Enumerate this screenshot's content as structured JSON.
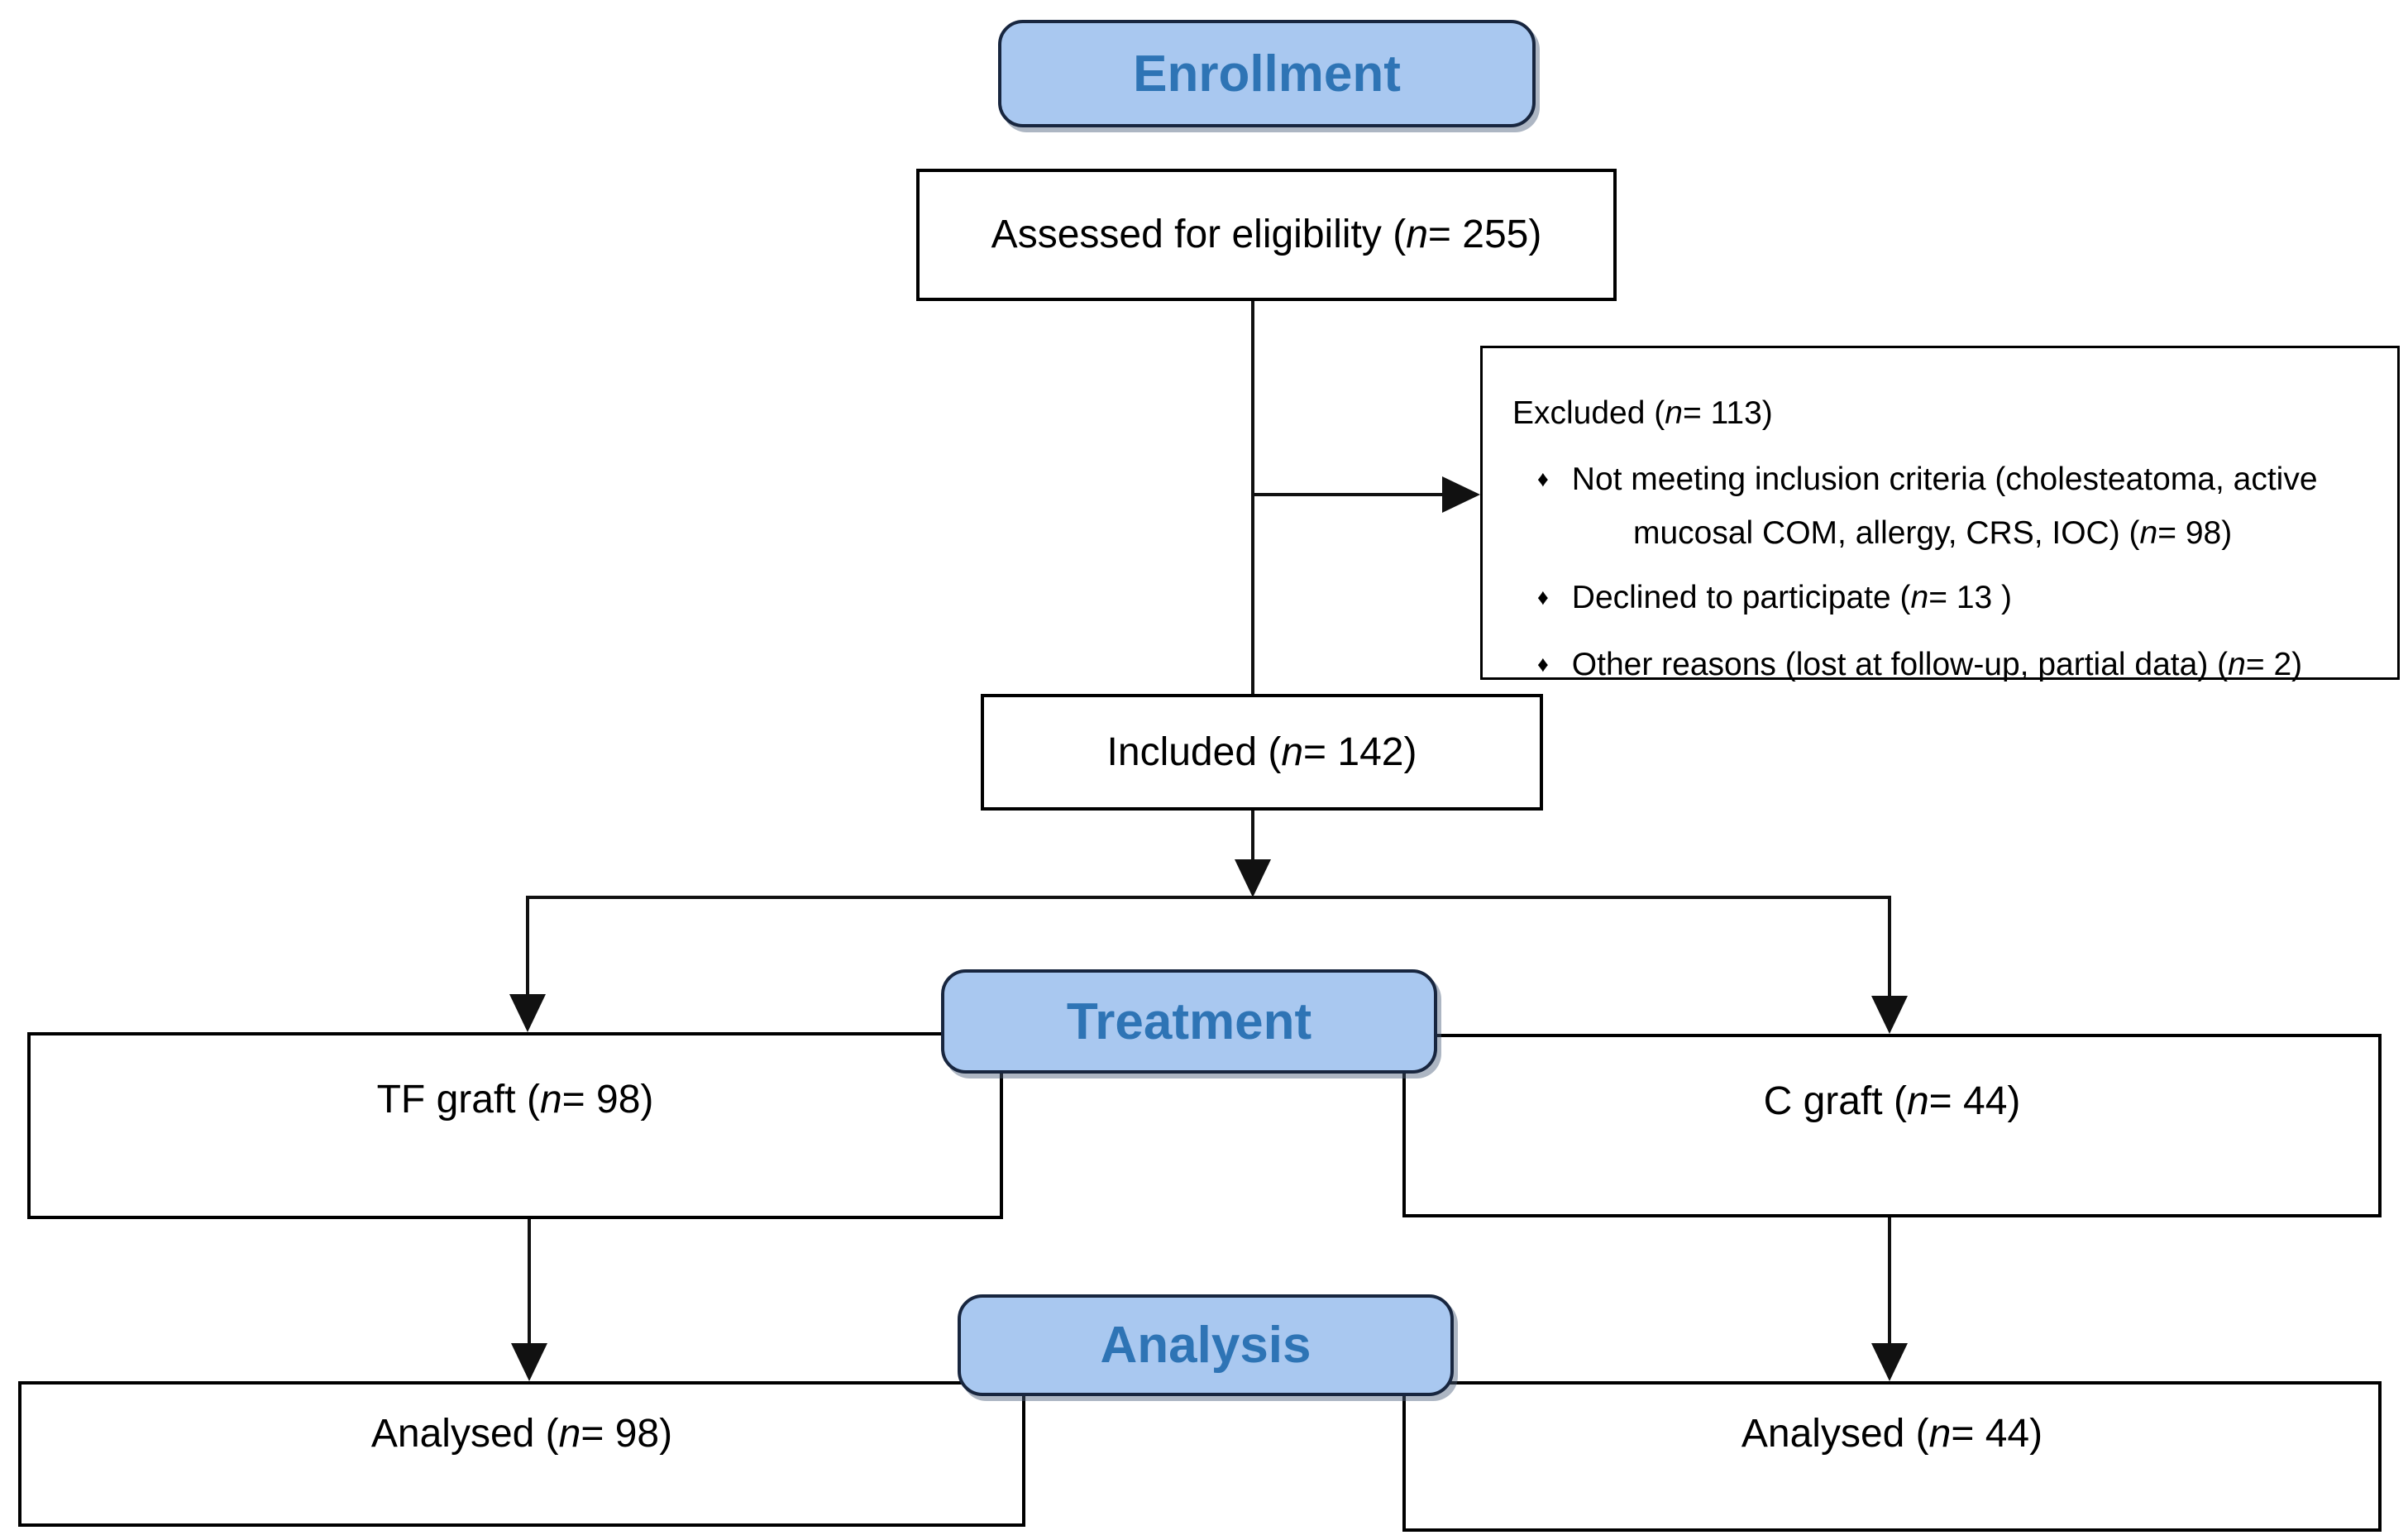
{
  "palette": {
    "stage_fill": "#A9C8F0",
    "stage_border": "#18263F",
    "stage_text": "#2E74B5",
    "box_border": "#000000",
    "line_color": "#111111",
    "background": "#FFFFFF"
  },
  "stages": {
    "enrollment": "Enrollment",
    "treatment": "Treatment",
    "analysis": "Analysis"
  },
  "nodes": {
    "assessed": {
      "pre": "Assessed for eligibility (",
      "n": "n",
      "post": "= 255)"
    },
    "excluded": {
      "title": {
        "pre": "Excluded (",
        "n": "n",
        "post": "= 113)"
      },
      "bullet_char": "♦",
      "items": [
        {
          "pre": "Not meeting inclusion criteria (cholesteatoma, active mucosal COM, allergy, CRS, IOC) (",
          "n": "n",
          "post": "= 98)"
        },
        {
          "pre": "Declined to participate (",
          "n": "n",
          "post": "= 13 )"
        },
        {
          "pre": "Other reasons (lost at follow-up, partial data) (",
          "n": "n",
          "post": "= 2)"
        }
      ]
    },
    "included": {
      "pre": "Included (",
      "n": "n",
      "post": "= 142)"
    },
    "tf_graft": {
      "pre": "TF graft (",
      "n": "n",
      "post": "= 98)"
    },
    "c_graft": {
      "pre": "C graft (",
      "n": "n",
      "post": "= 44)"
    },
    "analysed_left": {
      "pre": "Analysed (",
      "n": "n",
      "post": "= 98)"
    },
    "analysed_right": {
      "pre": "Analysed (",
      "n": "n",
      "post": "= 44)"
    }
  }
}
